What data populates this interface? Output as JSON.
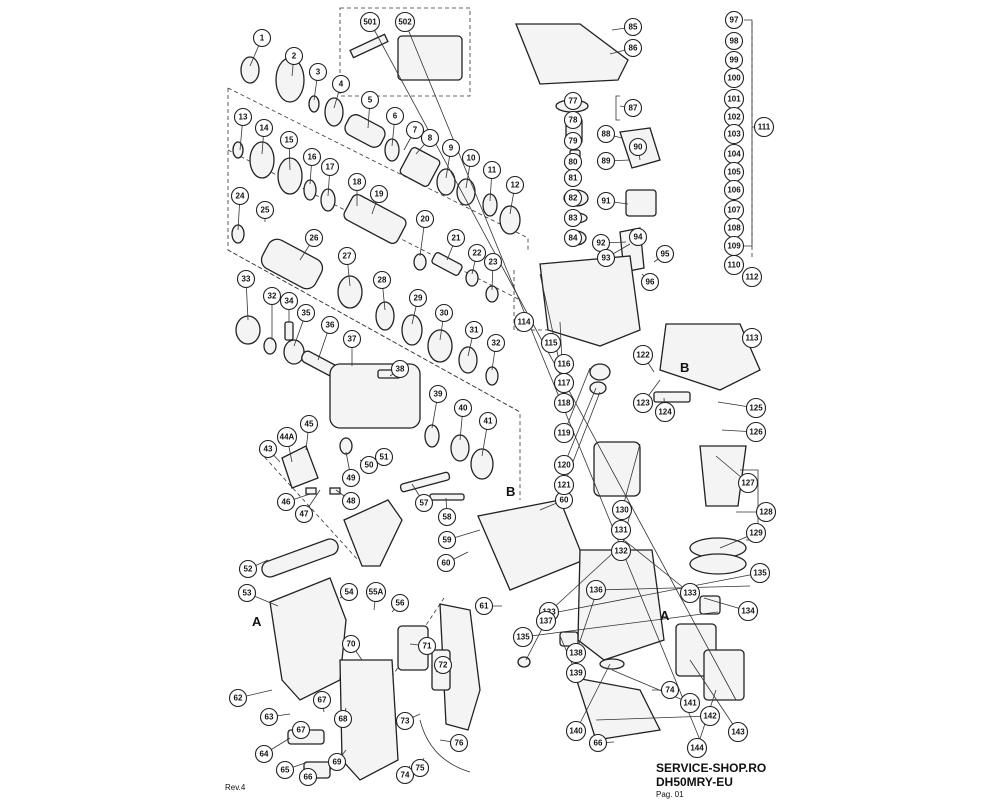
{
  "footer": {
    "site": "SERVICE-SHOP.RO",
    "model": "DH50MRY-EU",
    "page": "Pag. 01",
    "revision": "Rev.4"
  },
  "markers": [
    "A",
    "A",
    "B",
    "B"
  ],
  "parts": [
    "1",
    "2",
    "3",
    "4",
    "5",
    "6",
    "7",
    "8",
    "9",
    "10",
    "11",
    "12",
    "13",
    "14",
    "15",
    "16",
    "17",
    "18",
    "19",
    "20",
    "21",
    "22",
    "23",
    "24",
    "25",
    "26",
    "27",
    "28",
    "29",
    "30",
    "31",
    "32",
    "32",
    "33",
    "34",
    "35",
    "36",
    "37",
    "38",
    "39",
    "40",
    "41",
    "43",
    "44A",
    "45",
    "46",
    "47",
    "48",
    "49",
    "50",
    "51",
    "52",
    "53",
    "54",
    "55A",
    "56",
    "57",
    "58",
    "59",
    "60",
    "60",
    "61",
    "62",
    "63",
    "64",
    "65",
    "66",
    "66",
    "67",
    "67",
    "68",
    "69",
    "70",
    "71",
    "72",
    "73",
    "74",
    "74",
    "75",
    "76",
    "77",
    "78",
    "79",
    "80",
    "81",
    "82",
    "83",
    "84",
    "85",
    "86",
    "87",
    "88",
    "89",
    "90",
    "91",
    "92",
    "93",
    "94",
    "95",
    "96",
    "97",
    "98",
    "99",
    "100",
    "101",
    "102",
    "103",
    "104",
    "105",
    "106",
    "107",
    "108",
    "109",
    "110",
    "111",
    "112",
    "113",
    "114",
    "115",
    "116",
    "117",
    "118",
    "119",
    "120",
    "121",
    "122",
    "123",
    "124",
    "125",
    "126",
    "127",
    "128",
    "129",
    "130",
    "131",
    "132",
    "133",
    "133",
    "134",
    "135",
    "135",
    "136",
    "137",
    "138",
    "139",
    "140",
    "141",
    "142",
    "143",
    "144",
    "501",
    "502"
  ]
}
